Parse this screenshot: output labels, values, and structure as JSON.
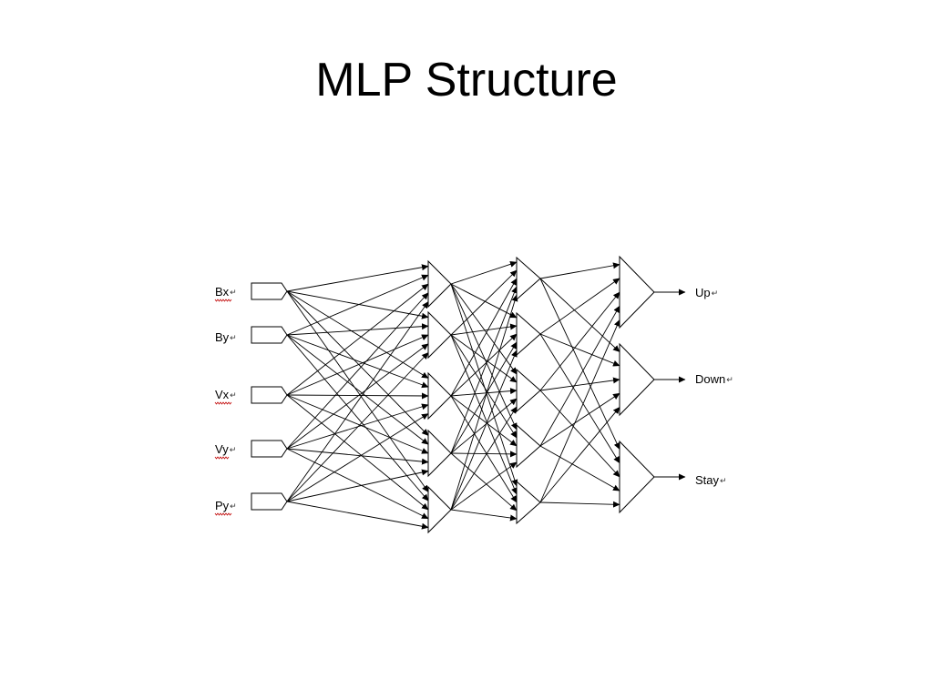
{
  "slide": {
    "title": "MLP Structure"
  },
  "diagram": {
    "return_mark": "↵",
    "inputs": [
      {
        "id": "bx",
        "label": "Bx"
      },
      {
        "id": "by",
        "label": "By"
      },
      {
        "id": "vx",
        "label": "Vx"
      },
      {
        "id": "vy",
        "label": "Vy"
      },
      {
        "id": "py",
        "label": "Py"
      }
    ],
    "hidden_layer_1": {
      "neuron_count": 5,
      "inputs_per_neuron": 5
    },
    "hidden_layer_2": {
      "neuron_count": 5,
      "inputs_per_neuron": 5
    },
    "outputs": [
      {
        "id": "up",
        "label": "Up"
      },
      {
        "id": "down",
        "label": "Down"
      },
      {
        "id": "stay",
        "label": "Stay"
      }
    ],
    "colors": {
      "stroke": "#000000",
      "background": "#ffffff",
      "spellcheck_underline": "#c00000"
    }
  }
}
